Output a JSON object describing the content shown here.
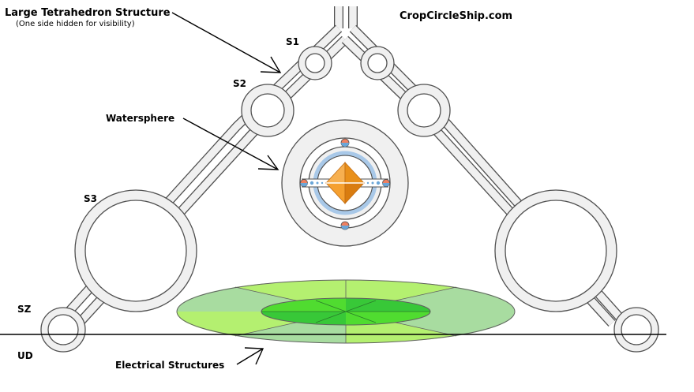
{
  "site": "CropCircleShip.com",
  "labels": {
    "title": "Large Tetrahedron Structure",
    "subtitle": "(One side hidden for visibility)",
    "s1": "S1",
    "s2": "S2",
    "s3": "S3",
    "sz": "SZ",
    "ud": "UD",
    "watersphere": "Watersphere",
    "electrical": "Electrical Structures"
  },
  "colors": {
    "line": "#505050",
    "fill_gray": "#f0f0f0",
    "orange": "#f0a030",
    "orange_dark": "#e07e10",
    "water_blue": "#a8c8e8",
    "node_red": "#ef8060",
    "node_blue": "#6aa6d8",
    "green_light": "#b4f070",
    "green_mid": "#a8dca0",
    "green_bright": "#50dc30",
    "green_inner": "#38c838"
  }
}
